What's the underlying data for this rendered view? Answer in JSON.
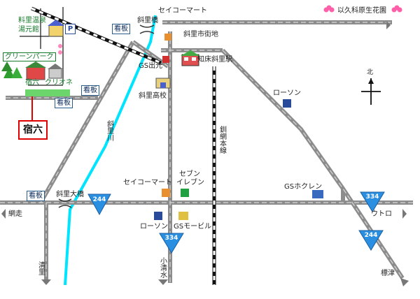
{
  "labels": {
    "onsen_line1": "料里温泉",
    "onsen_line2": "湯元館",
    "parking": "P",
    "green_park": "グリーンパーク",
    "shukuroku_small": "宿六",
    "kurione": "クリオネ",
    "kanban_1": "看板",
    "kanban_2": "看板",
    "kanban_3": "看板",
    "kanban_4": "看板",
    "shukuroku_box": "宿六",
    "shari_bridge": "斜里橋",
    "seicomart_top": "セイコーマート",
    "shari_town": "斜里市街地",
    "gs_idemitsu": "GS出光",
    "shiretoko_shari_station": "知床斜里駅",
    "shari_highschool": "斜里高校",
    "lawson_top": "ローソン",
    "izumi_flower": "以久科原生花園",
    "north": "北",
    "shari_river": "斜里川",
    "senmo_line": "釧網本線",
    "seicomart_mid": "セイコーマート",
    "seven_line1": "セブン",
    "seven_line2": "イレブン",
    "gs_hokuren": "GSホクレン",
    "shari_ohashi": "斜里大橋",
    "abashiri": "網走",
    "utoro": "ウトロ",
    "lawson_mid": "ローソン",
    "gs_mobil": "GSモービル",
    "kiyosato": "清里",
    "koshimizu": "小清水",
    "shibetsu": "標津"
  },
  "routes": {
    "r244_west": "244",
    "r334_east": "334",
    "r334_south": "334",
    "r244_east": "244"
  },
  "colors": {
    "road_gray": "#8c8c8c",
    "river_cyan": "#00e5ff",
    "shield_blue": "#2a8fe0",
    "rail_black": "#111111",
    "sign_border": "#2a5c8a",
    "hotel_box_red": "#e00000"
  }
}
